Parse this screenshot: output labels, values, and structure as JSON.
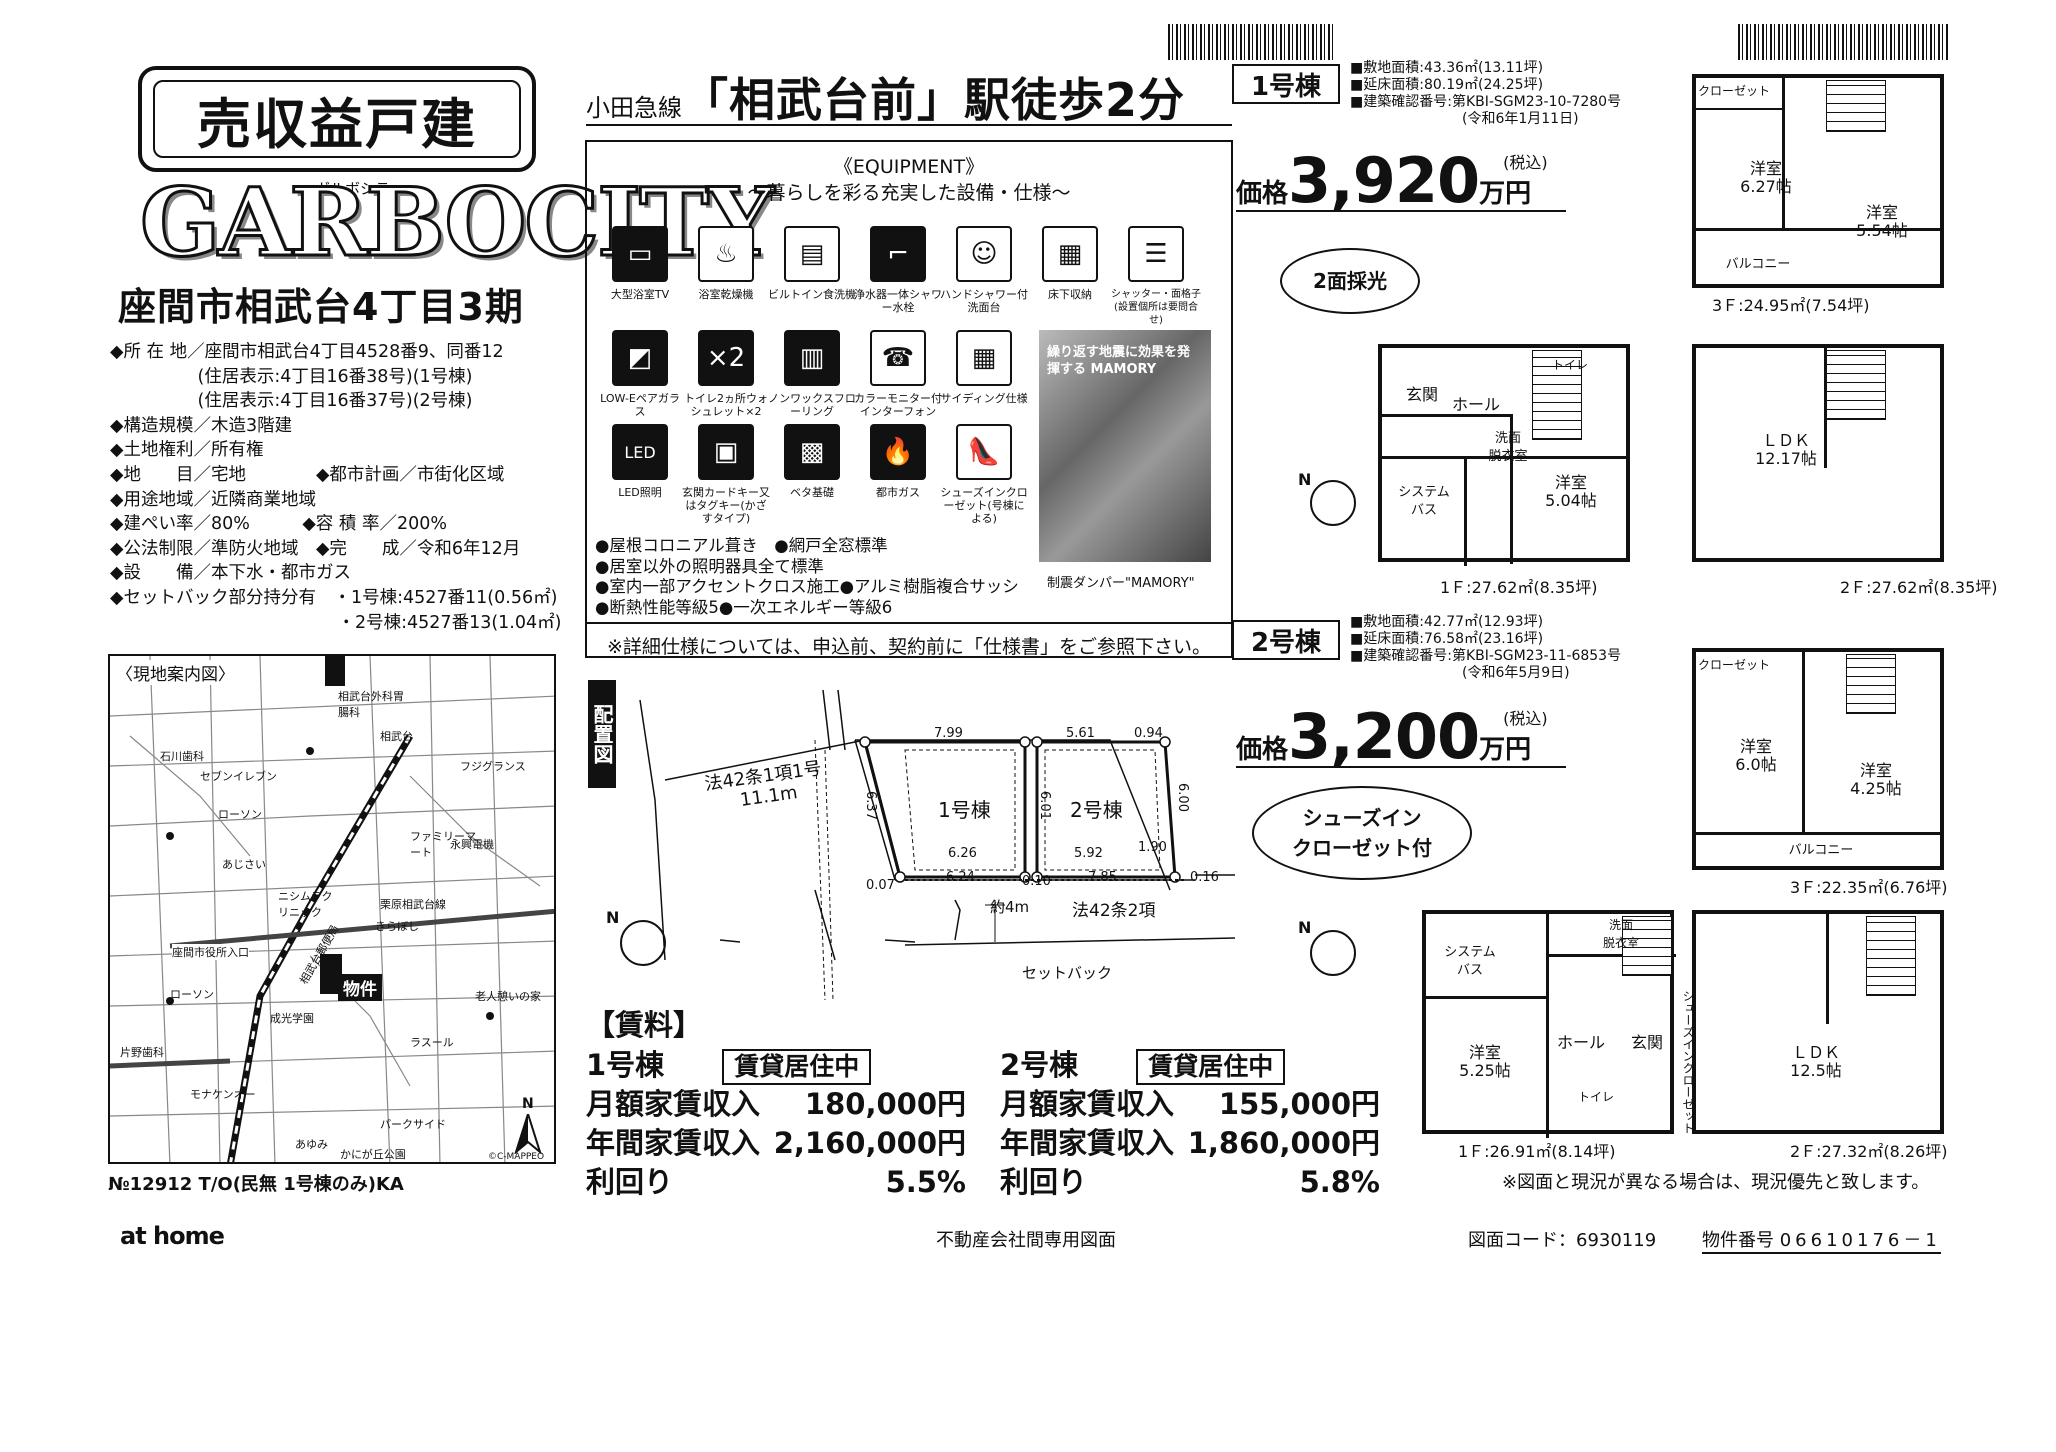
{
  "title_plaque": "売収益戸建",
  "brand": {
    "kana": "ガルボシティー",
    "logo": "GARBOCITY"
  },
  "subtitle": "座間市相武台4丁目3期",
  "specs": [
    "◆所 在 地／座間市相武台4丁目4528番9、同番12",
    "　　　　　(住居表示:4丁目16番38号)(1号棟)",
    "　　　　　(住居表示:4丁目16番37号)(2号棟)",
    "◆構造規模／木造3階建",
    "◆土地権利／所有権",
    "◆地　　目／宅地　　　　◆都市計画／市街化区域",
    "◆用途地域／近隣商業地域",
    "◆建ぺい率／80%　　　◆容 積 率／200%",
    "◆公法制限／準防火地域　◆完　　成／令和6年12月",
    "◆設　　備／本下水・都市ガス",
    "◆セットバック部分持分有　・1号棟:4527番11(0.56㎡)",
    "　　　　　　　　　　　　　・2号棟:4527番13(1.04㎡)"
  ],
  "map": {
    "title": "〈現地案内図〉",
    "labels": [
      "相武台郵便局",
      "相武台外科胃腸科",
      "相武台",
      "石川歯科",
      "セブンイレブン",
      "フジグランス",
      "ローソン",
      "ファミリーマート",
      "永興電機",
      "あじさい",
      "ニシムラクリニック",
      "栗原相武台線",
      "きらぼし",
      "座間市役所入口",
      "物件",
      "ローソン",
      "成光学園",
      "老人憩いの家",
      "片野歯科",
      "ラスール",
      "モナケンオー",
      "パークサイド",
      "あゆみ",
      "かにが丘公園"
    ],
    "n": "N",
    "copyright": "©C-MAPPEO"
  },
  "ref_number": "№12912 T/O(民無 1号棟のみ)KA",
  "header": {
    "line": "小田急線",
    "station": "「相武台前」駅徒歩2分"
  },
  "equipment": {
    "title": "《EQUIPMENT》",
    "subtitle": "～暮らしを彩る充実した設備・仕様～",
    "items": [
      {
        "label": "大型浴室TV"
      },
      {
        "label": "浴室乾燥機"
      },
      {
        "label": "ビルトイン食洗機"
      },
      {
        "label": "浄水器一体シャワー水栓"
      },
      {
        "label": "ハンドシャワー付洗面台"
      },
      {
        "label": "床下収納"
      },
      {
        "label": "シャッター・面格子(設置個所は要問合せ)"
      },
      {
        "label": "LOW-Eペアガラス"
      },
      {
        "label": "トイレ2ヵ所ウォシュレット×2"
      },
      {
        "label": "ノンワックスフローリング"
      },
      {
        "label": "カラーモニター付インターフォン"
      },
      {
        "label": "サイディング仕様"
      },
      {
        "label": "LED照明"
      },
      {
        "label": "玄関カードキー又はタグキー(かざすタイプ)"
      },
      {
        "label": "ベタ基礎"
      },
      {
        "label": "都市ガス"
      },
      {
        "label": "シューズインクローゼット(号棟による)"
      }
    ],
    "photo_text": "繰り返す地震に効果を発揮する MAMORY",
    "photo_caption": "制震ダンパー\"MAMORY\"",
    "notes": "●屋根コロニアル葺き　●網戸全窓標準\n●居室以外の照明器具全て標準\n●室内一部アクセントクロス施工●アルミ樹脂複合サッシ\n●断熱性能等級5●一次エネルギー等級6",
    "footer": "※詳細仕様については、申込前、契約前に「仕様書」をご参照下さい。"
  },
  "layout": {
    "label": "配置図",
    "road1": "法42条1項1号",
    "road1_width": "11.1m",
    "road2": "法42条2項",
    "road2_width": "約4m",
    "setback": "セットバック",
    "h1": "1号棟",
    "h2": "2号棟",
    "dims": [
      "7.99",
      "5.61",
      "0.94",
      "6.37",
      "6.01",
      "6.00",
      "6.26",
      "5.92",
      "1.90",
      "6.24",
      "0.10",
      "7.85",
      "0.16",
      "0.07"
    ]
  },
  "house1": {
    "label": "1号棟",
    "specs": "■敷地面積:43.36㎡(13.11坪)\n■延床面積:80.19㎡(24.25坪)\n■建築確認番号:第KBI-SGM23-10-7280号\n　　　　　　　　(令和6年1月11日)",
    "price_label": "価格",
    "price": "3,920",
    "price_unit": "万円",
    "tax": "(税込)",
    "bubble": "2面採光",
    "floors": {
      "f3": "3Ｆ:24.95㎡(7.54坪)",
      "f2": "2Ｆ:27.62㎡(8.35坪)",
      "f1": "1Ｆ:27.62㎡(8.35坪)"
    },
    "rooms": {
      "r1": "洋室\n6.27帖",
      "r2": "洋室\n5.54帖",
      "closet": "クローゼット",
      "balcony": "バルコニー",
      "ldk": "ＬＤＫ\n12.17帖",
      "yo1": "洋室\n5.04帖",
      "bath": "システム\nバス",
      "genkan": "玄関",
      "hall": "ホール",
      "senmen": "洗面\n脱衣室",
      "toilet": "トイレ"
    }
  },
  "house2": {
    "label": "2号棟",
    "specs": "■敷地面積:42.77㎡(12.93坪)\n■延床面積:76.58㎡(23.16坪)\n■建築確認番号:第KBI-SGM23-11-6853号\n　　　　　　　　(令和6年5月9日)",
    "price_label": "価格",
    "price": "3,200",
    "price_unit": "万円",
    "tax": "(税込)",
    "bubble": "シューズイン\nクローゼット付",
    "floors": {
      "f3": "3Ｆ:22.35㎡(6.76坪)",
      "f2": "2Ｆ:27.32㎡(8.26坪)",
      "f1": "1Ｆ:26.91㎡(8.14坪)"
    },
    "rooms": {
      "r1": "洋室\n6.0帖",
      "r2": "洋室\n4.25帖",
      "closet": "クローゼット",
      "balcony": "バルコニー",
      "ldk": "ＬＤＫ\n12.5帖",
      "yo1": "洋室\n5.25帖",
      "bath": "システム\nバス",
      "genkan": "玄関",
      "hall": "ホール",
      "senmen": "洗面\n脱衣室",
      "toilet": "トイレ",
      "sic": "シューズインクローゼット"
    }
  },
  "rent": {
    "title": "【賃料】",
    "h1": {
      "label": "1号棟",
      "status": "賃貸居住中",
      "monthly_label": "月額家賃収入",
      "monthly": "180,000円",
      "annual_label": "年間家賃収入",
      "annual": "2,160,000円",
      "yield_label": "利回り",
      "yield": "5.5%"
    },
    "h2": {
      "label": "2号棟",
      "status": "賃貸居住中",
      "monthly_label": "月額家賃収入",
      "monthly": "155,000円",
      "annual_label": "年間家賃収入",
      "annual": "1,860,000円",
      "yield_label": "利回り",
      "yield": "5.8%"
    }
  },
  "disclaimer": "※図面と現況が異なる場合は、現況優先と致します。",
  "footer": {
    "brand": "at home",
    "center": "不動産会社間専用図面",
    "code_label": "図面コード：6930119",
    "property_label": "物件番号",
    "property_no": "06610176－1"
  }
}
